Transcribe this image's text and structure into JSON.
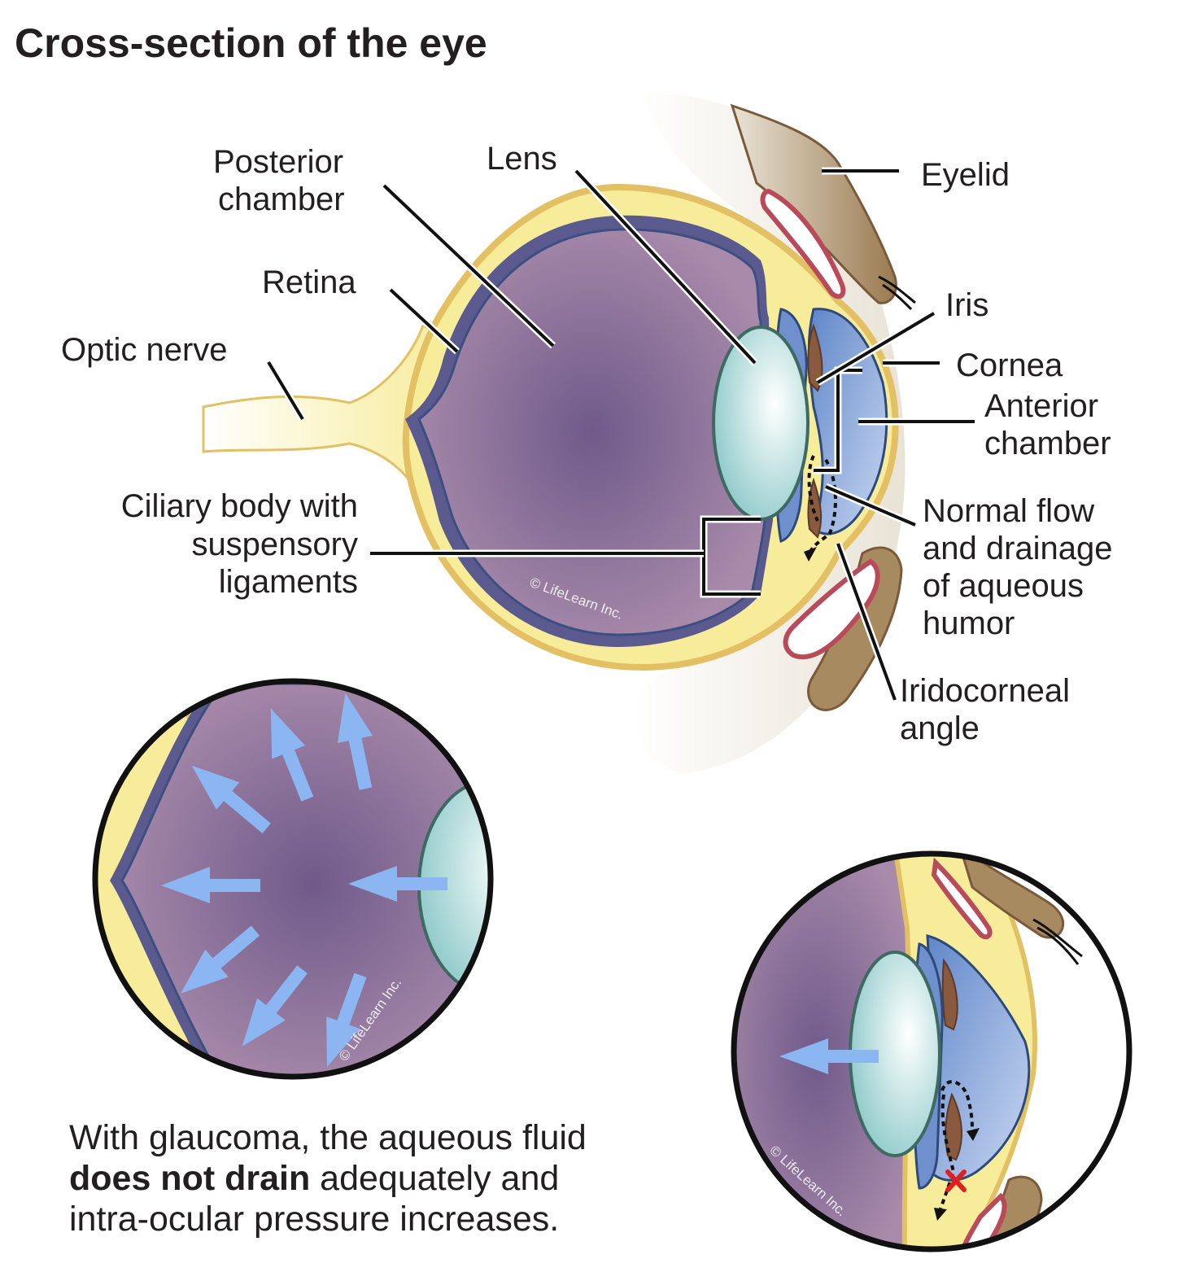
{
  "title": "Cross-section of the eye",
  "labels": {
    "posterior_chamber": [
      "Posterior",
      "chamber"
    ],
    "lens": "Lens",
    "eyelid": "Eyelid",
    "retina": "Retina",
    "iris": "Iris",
    "optic_nerve": "Optic nerve",
    "cornea": "Cornea",
    "anterior_chamber": [
      "Anterior",
      "chamber"
    ],
    "ciliary_body": [
      "Ciliary body with",
      "suspensory",
      "ligaments"
    ],
    "normal_flow": [
      "Normal flow",
      "and drainage",
      "of aqueous",
      "humor"
    ],
    "iridocorneal_angle": [
      "Iridocorneal",
      "angle"
    ]
  },
  "caption": {
    "line1": "With glaucoma, the aqueous fluid",
    "line2_bold": "does not drain",
    "line2_rest": " adequately and",
    "line3": "intra-ocular pressure increases."
  },
  "watermark": "© LifeLearn Inc.",
  "colors": {
    "vitreous": "#8a6e98",
    "sclera": "#f7ec9a",
    "sclera_edge": "#e2c063",
    "retina": "#5a5a8e",
    "lens": "#d6eeec",
    "anterior": "#7c9ed6",
    "iris": "#8a5a3e",
    "eyelid": "#a88a60",
    "lid_margin": "#b84a5a",
    "arrow": "#8cb6f2",
    "block": "#e02020"
  }
}
